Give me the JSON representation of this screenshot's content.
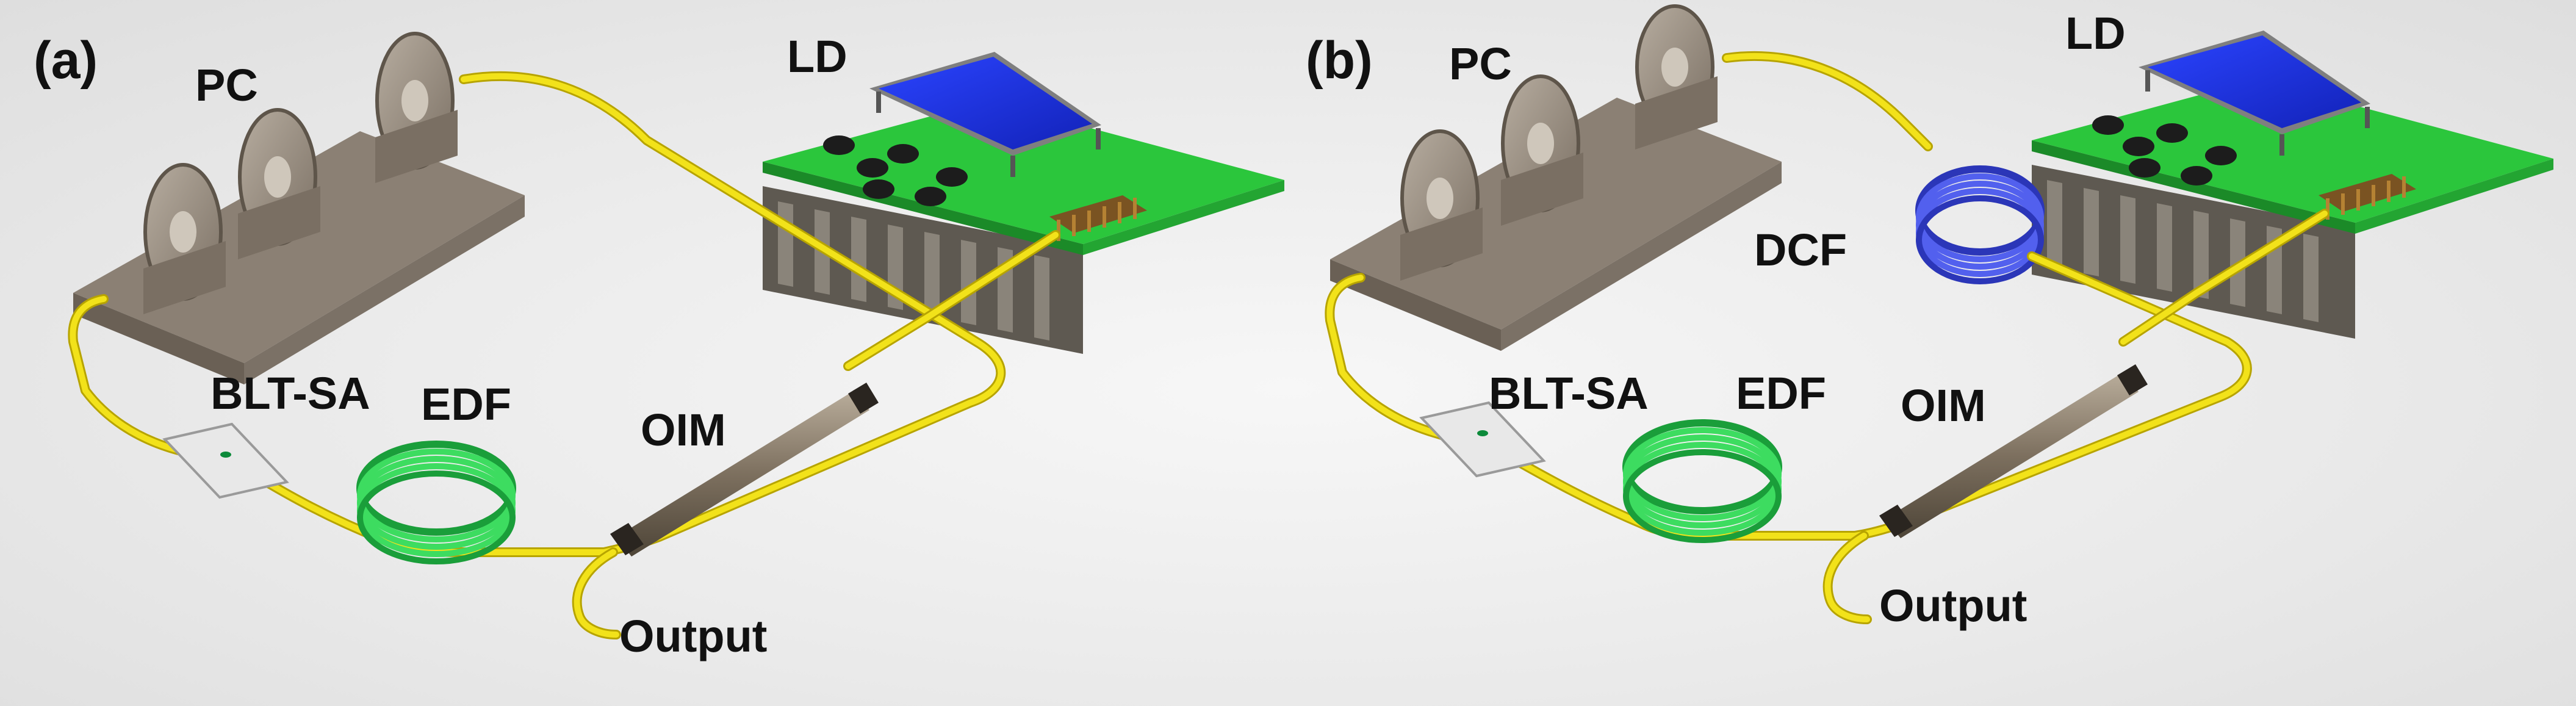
{
  "figure": {
    "panels": [
      {
        "id": "a",
        "label": "(a)",
        "components": {
          "pc": "PC",
          "ld": "LD",
          "sa": "BLT-SA",
          "edf": "EDF",
          "oim": "OIM",
          "output": "Output"
        }
      },
      {
        "id": "b",
        "label": "(b)",
        "components": {
          "pc": "PC",
          "ld": "LD",
          "dcf": "DCF",
          "sa": "BLT-SA",
          "edf": "EDF",
          "oim": "OIM",
          "output": "Output"
        }
      }
    ]
  },
  "colors": {
    "fiber": "#f2e21a",
    "fiber_edge": "#b7a400",
    "board": "#2ecc40",
    "board_side": "#1f8f2b",
    "heatsink": "#6f6a62",
    "screen": "#1a2fe6",
    "screen_frame": "#8a8a8a",
    "pc_body": "#9a8f82",
    "edf_coil": "#3ddc60",
    "dcf_coil": "#4f5be8",
    "oim_body": "#8a7c6a"
  }
}
